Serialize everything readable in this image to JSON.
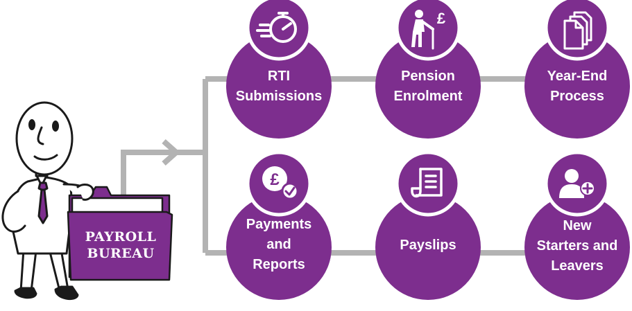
{
  "folder": {
    "line1": "PAYROLL",
    "line2": "BUREAU"
  },
  "nodes": {
    "rti": {
      "line1": "RTI",
      "line2": "Submissions",
      "icon": "stopwatch-icon"
    },
    "pension": {
      "line1": "Pension",
      "line2": "Enrolment",
      "icon": "elderly-person-pound-icon"
    },
    "yearend": {
      "line1": "Year-End",
      "line2": "Process",
      "icon": "documents-stack-icon"
    },
    "payments": {
      "line1": "Payments",
      "line2": "and",
      "line3": "Reports",
      "icon": "pound-coin-check-icon"
    },
    "payslips": {
      "line1": "Payslips",
      "icon": "scroll-document-icon"
    },
    "starters": {
      "line1": "New",
      "line2": "Starters and",
      "line3": "Leavers",
      "icon": "person-add-icon"
    }
  },
  "colors": {
    "purple": "#7d2e8e",
    "connector": "#b3b3b3",
    "ink": "#1a1a1a"
  }
}
